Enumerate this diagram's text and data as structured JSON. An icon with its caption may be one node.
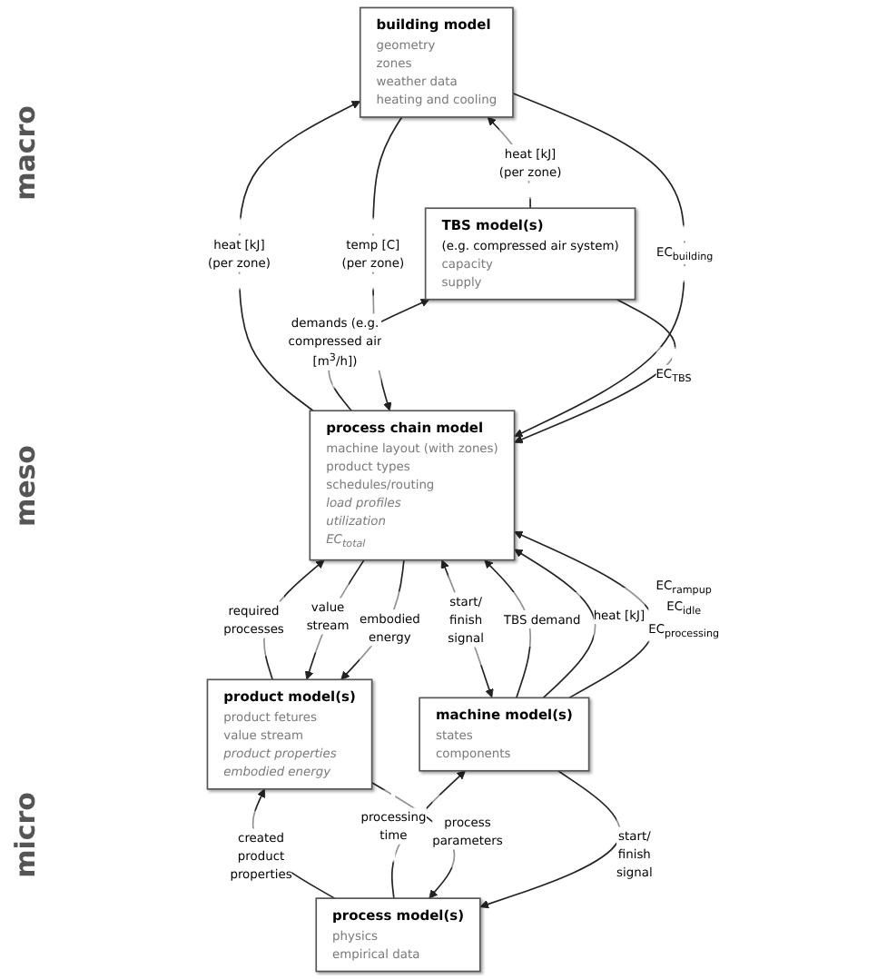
{
  "diagram": {
    "nodes": [
      {
        "text": [
          "building model",
          "geometry",
          "zones",
          "weather data",
          "heating and cooling"
        ]
      },
      {
        "text": [
          "TBS model(s)",
          "(e.g. compressed air system)",
          "capacity",
          "supply"
        ]
      },
      {
        "text": [
          "process chain model",
          "machine layout (with zones)",
          "product types",
          "schedules/routing",
          "load profiles",
          "utilization",
          "EC$_{total}$"
        ]
      },
      {
        "text": [
          "product model(s)",
          "product fetures",
          "value stream",
          "product properties",
          "embodied energy"
        ]
      },
      {
        "text": [
          "machine model(s)",
          "states",
          "components"
        ]
      },
      {
        "text": [
          "process model(s)",
          "physics",
          "empirical data"
        ]
      }
    ],
    "edges": [
      {
        "from": 1,
        "to": 0,
        "arrow": "to",
        "label": "heat [kJ] (per zone)"
      },
      {
        "from": 2,
        "to": 0,
        "arrow": "to",
        "label": "heat [kJ] (per zone)"
      },
      {
        "from": 0,
        "to": 2,
        "arrow": "to",
        "label": "temp [C] (per zone)"
      },
      {
        "from": 0,
        "to": 2,
        "arrow": "to",
        "label": "EC$_{building}$"
      },
      {
        "from": 1,
        "to": 2,
        "arrow": "to",
        "label": "EC$_{TBS}$"
      },
      {
        "from": 2,
        "to": 1,
        "arrow": "to",
        "label": "demands (e.g. compressed air [m$^{3}$/h])"
      },
      {
        "from": 3,
        "to": 2,
        "arrow": "to",
        "label": "required processes"
      },
      {
        "from": 2,
        "to": 3,
        "arrow": "to",
        "label": "value stream"
      },
      {
        "from": 2,
        "to": 3,
        "arrow": "to",
        "label": "embodied energy"
      },
      {
        "from": 4,
        "to": 2,
        "arrow": "both",
        "label": "start/ finish signal"
      },
      {
        "from": 4,
        "to": 2,
        "arrow": "to",
        "label": "TBS demand"
      },
      {
        "from": 4,
        "to": 2,
        "arrow": "to",
        "label": "heat [kJ]"
      },
      {
        "from": 4,
        "to": 2,
        "arrow": "to",
        "label": "EC$_{rampup}$ EC$_{idle}$ EC$_{processing}$"
      },
      {
        "from": 3,
        "to": 5,
        "arrow": "to",
        "label": "process parameters"
      },
      {
        "from": 5,
        "to": 3,
        "arrow": "to",
        "label": "created product properties"
      },
      {
        "from": 4,
        "to": 5,
        "arrow": "to",
        "label": "start/ finish signal"
      },
      {
        "from": 5,
        "to": 4,
        "arrow": "to",
        "label": "processing time"
      }
    ],
    "labels": [
      "macro",
      "meso",
      "micro"
    ]
  }
}
